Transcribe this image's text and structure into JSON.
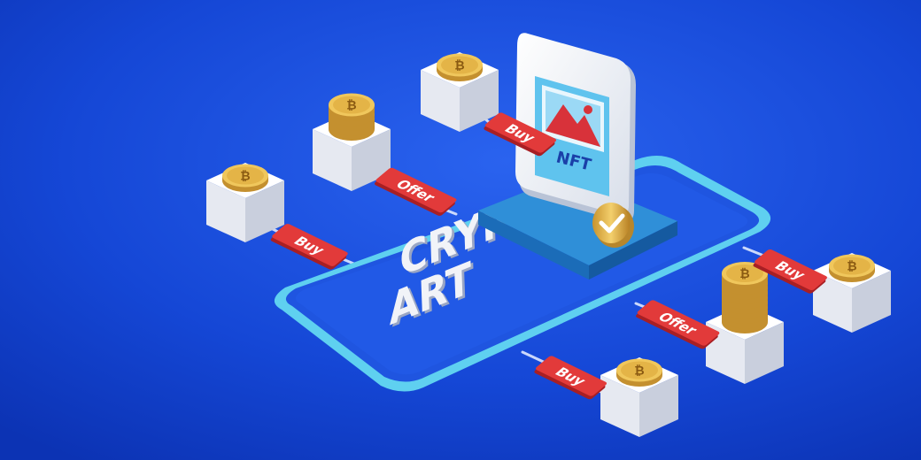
{
  "headline": {
    "line1": "CRYPTO",
    "line2": "ART"
  },
  "frame_label": "NFT",
  "tags": [
    {
      "text": "Buy"
    },
    {
      "text": "Offer"
    },
    {
      "text": "Buy"
    },
    {
      "text": "Buy"
    },
    {
      "text": "Offer"
    },
    {
      "text": "Buy"
    }
  ],
  "coin_symbol": "₿",
  "colors": {
    "background": "#1547d6",
    "platform_outline": "#5fd0f0",
    "cube": "#f2f4f8",
    "coin": "#e9b94d",
    "tag": "#e23a3a",
    "check_badge": "#e6b04a"
  }
}
